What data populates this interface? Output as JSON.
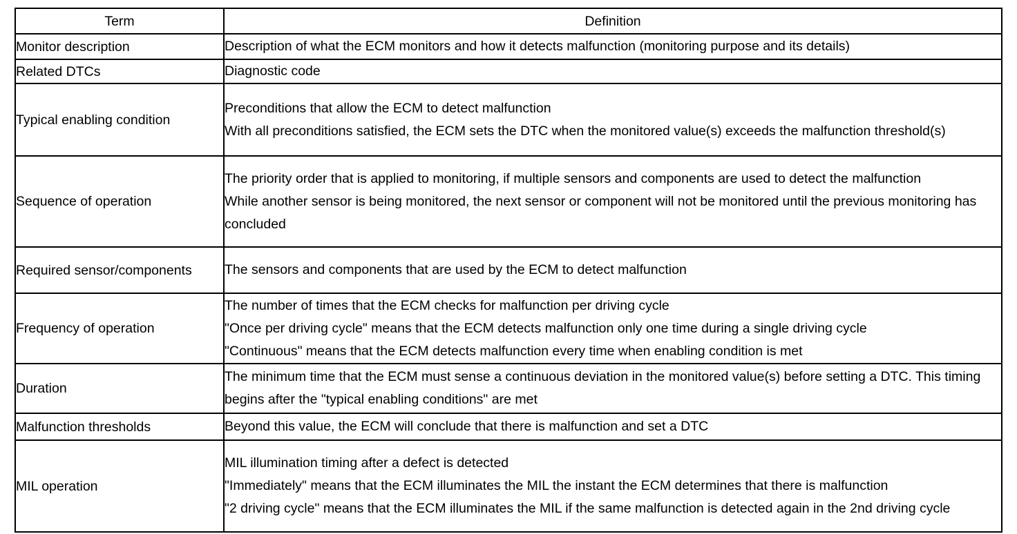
{
  "table": {
    "headers": {
      "term": "Term",
      "definition": "Definition"
    },
    "rows": [
      {
        "term": "Monitor description",
        "definition_lines": [
          "Description of what the ECM monitors and how it detects malfunction (monitoring purpose and its details)"
        ]
      },
      {
        "term": "Related DTCs",
        "definition_lines": [
          "Diagnostic code"
        ]
      },
      {
        "term": "Typical enabling condition",
        "definition_lines": [
          "Preconditions that allow the ECM to detect malfunction",
          "With all preconditions satisfied, the ECM sets the DTC when the monitored value(s) exceeds the malfunction threshold(s)"
        ]
      },
      {
        "term": "Sequence of operation",
        "definition_lines": [
          "The priority order that is applied to monitoring, if multiple sensors and components are used to detect the malfunction",
          "While another sensor is being monitored, the next sensor or component will not be monitored until the previous monitoring has concluded"
        ]
      },
      {
        "term": "Required sensor/components",
        "definition_lines": [
          "The sensors and components that are used by the ECM to detect malfunction"
        ]
      },
      {
        "term": "Frequency of operation",
        "definition_lines": [
          "The number of times that the ECM checks for malfunction per driving cycle",
          "\"Once per driving cycle\" means that the ECM detects malfunction only one time during a single driving cycle",
          "\"Continuous\" means that the ECM detects malfunction every time when enabling condition is met"
        ]
      },
      {
        "term": "Duration",
        "definition_lines": [
          "The minimum time that the ECM must sense a continuous deviation in the monitored value(s) before setting a DTC. This timing begins after the \"typical enabling conditions\" are met"
        ]
      },
      {
        "term": "Malfunction thresholds",
        "definition_lines": [
          "Beyond this value, the ECM will conclude that there is malfunction and set a DTC"
        ]
      },
      {
        "term": "MIL operation",
        "definition_lines": [
          "MIL illumination timing after a defect is detected",
          "\"Immediately\" means that the ECM illuminates the MIL the instant the ECM determines that there is malfunction",
          "\"2 driving cycle\" means that the ECM illuminates the MIL if the same malfunction is detected again in the 2nd driving cycle"
        ]
      }
    ]
  },
  "colors": {
    "background": "#ffffff",
    "text": "#000000",
    "border": "#000000"
  }
}
